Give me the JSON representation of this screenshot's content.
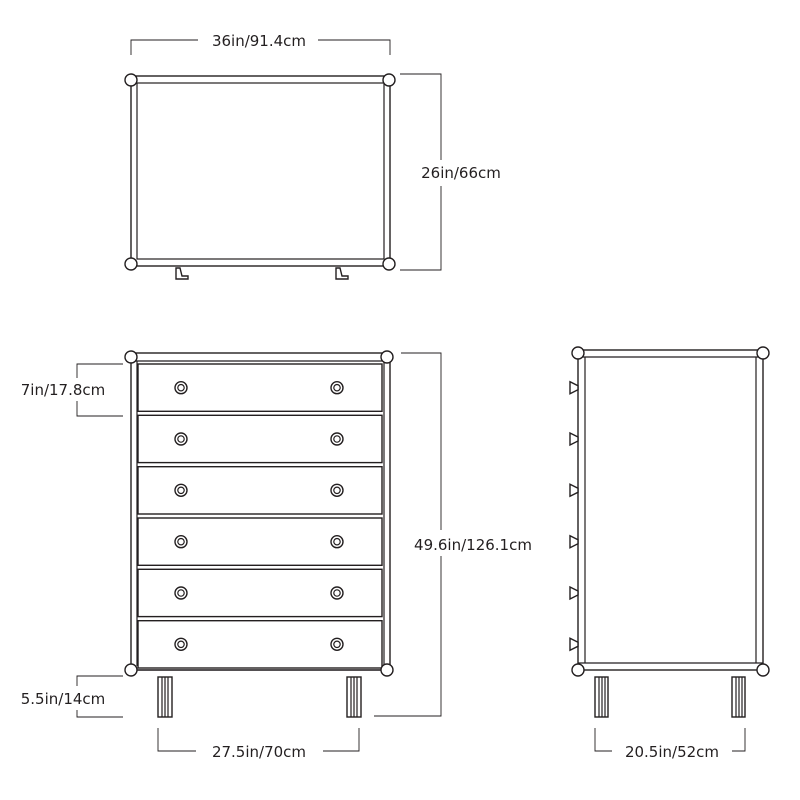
{
  "dimensions": {
    "top_width": "36in/91.4cm",
    "top_depth": "26in/66cm",
    "drawer_height": "7in/17.8cm",
    "overall_height": "49.6in/126.1cm",
    "leg_height": "5.5in/14cm",
    "front_width": "27.5in/70cm",
    "side_depth": "20.5in/52cm"
  },
  "drawer_count": 6
}
